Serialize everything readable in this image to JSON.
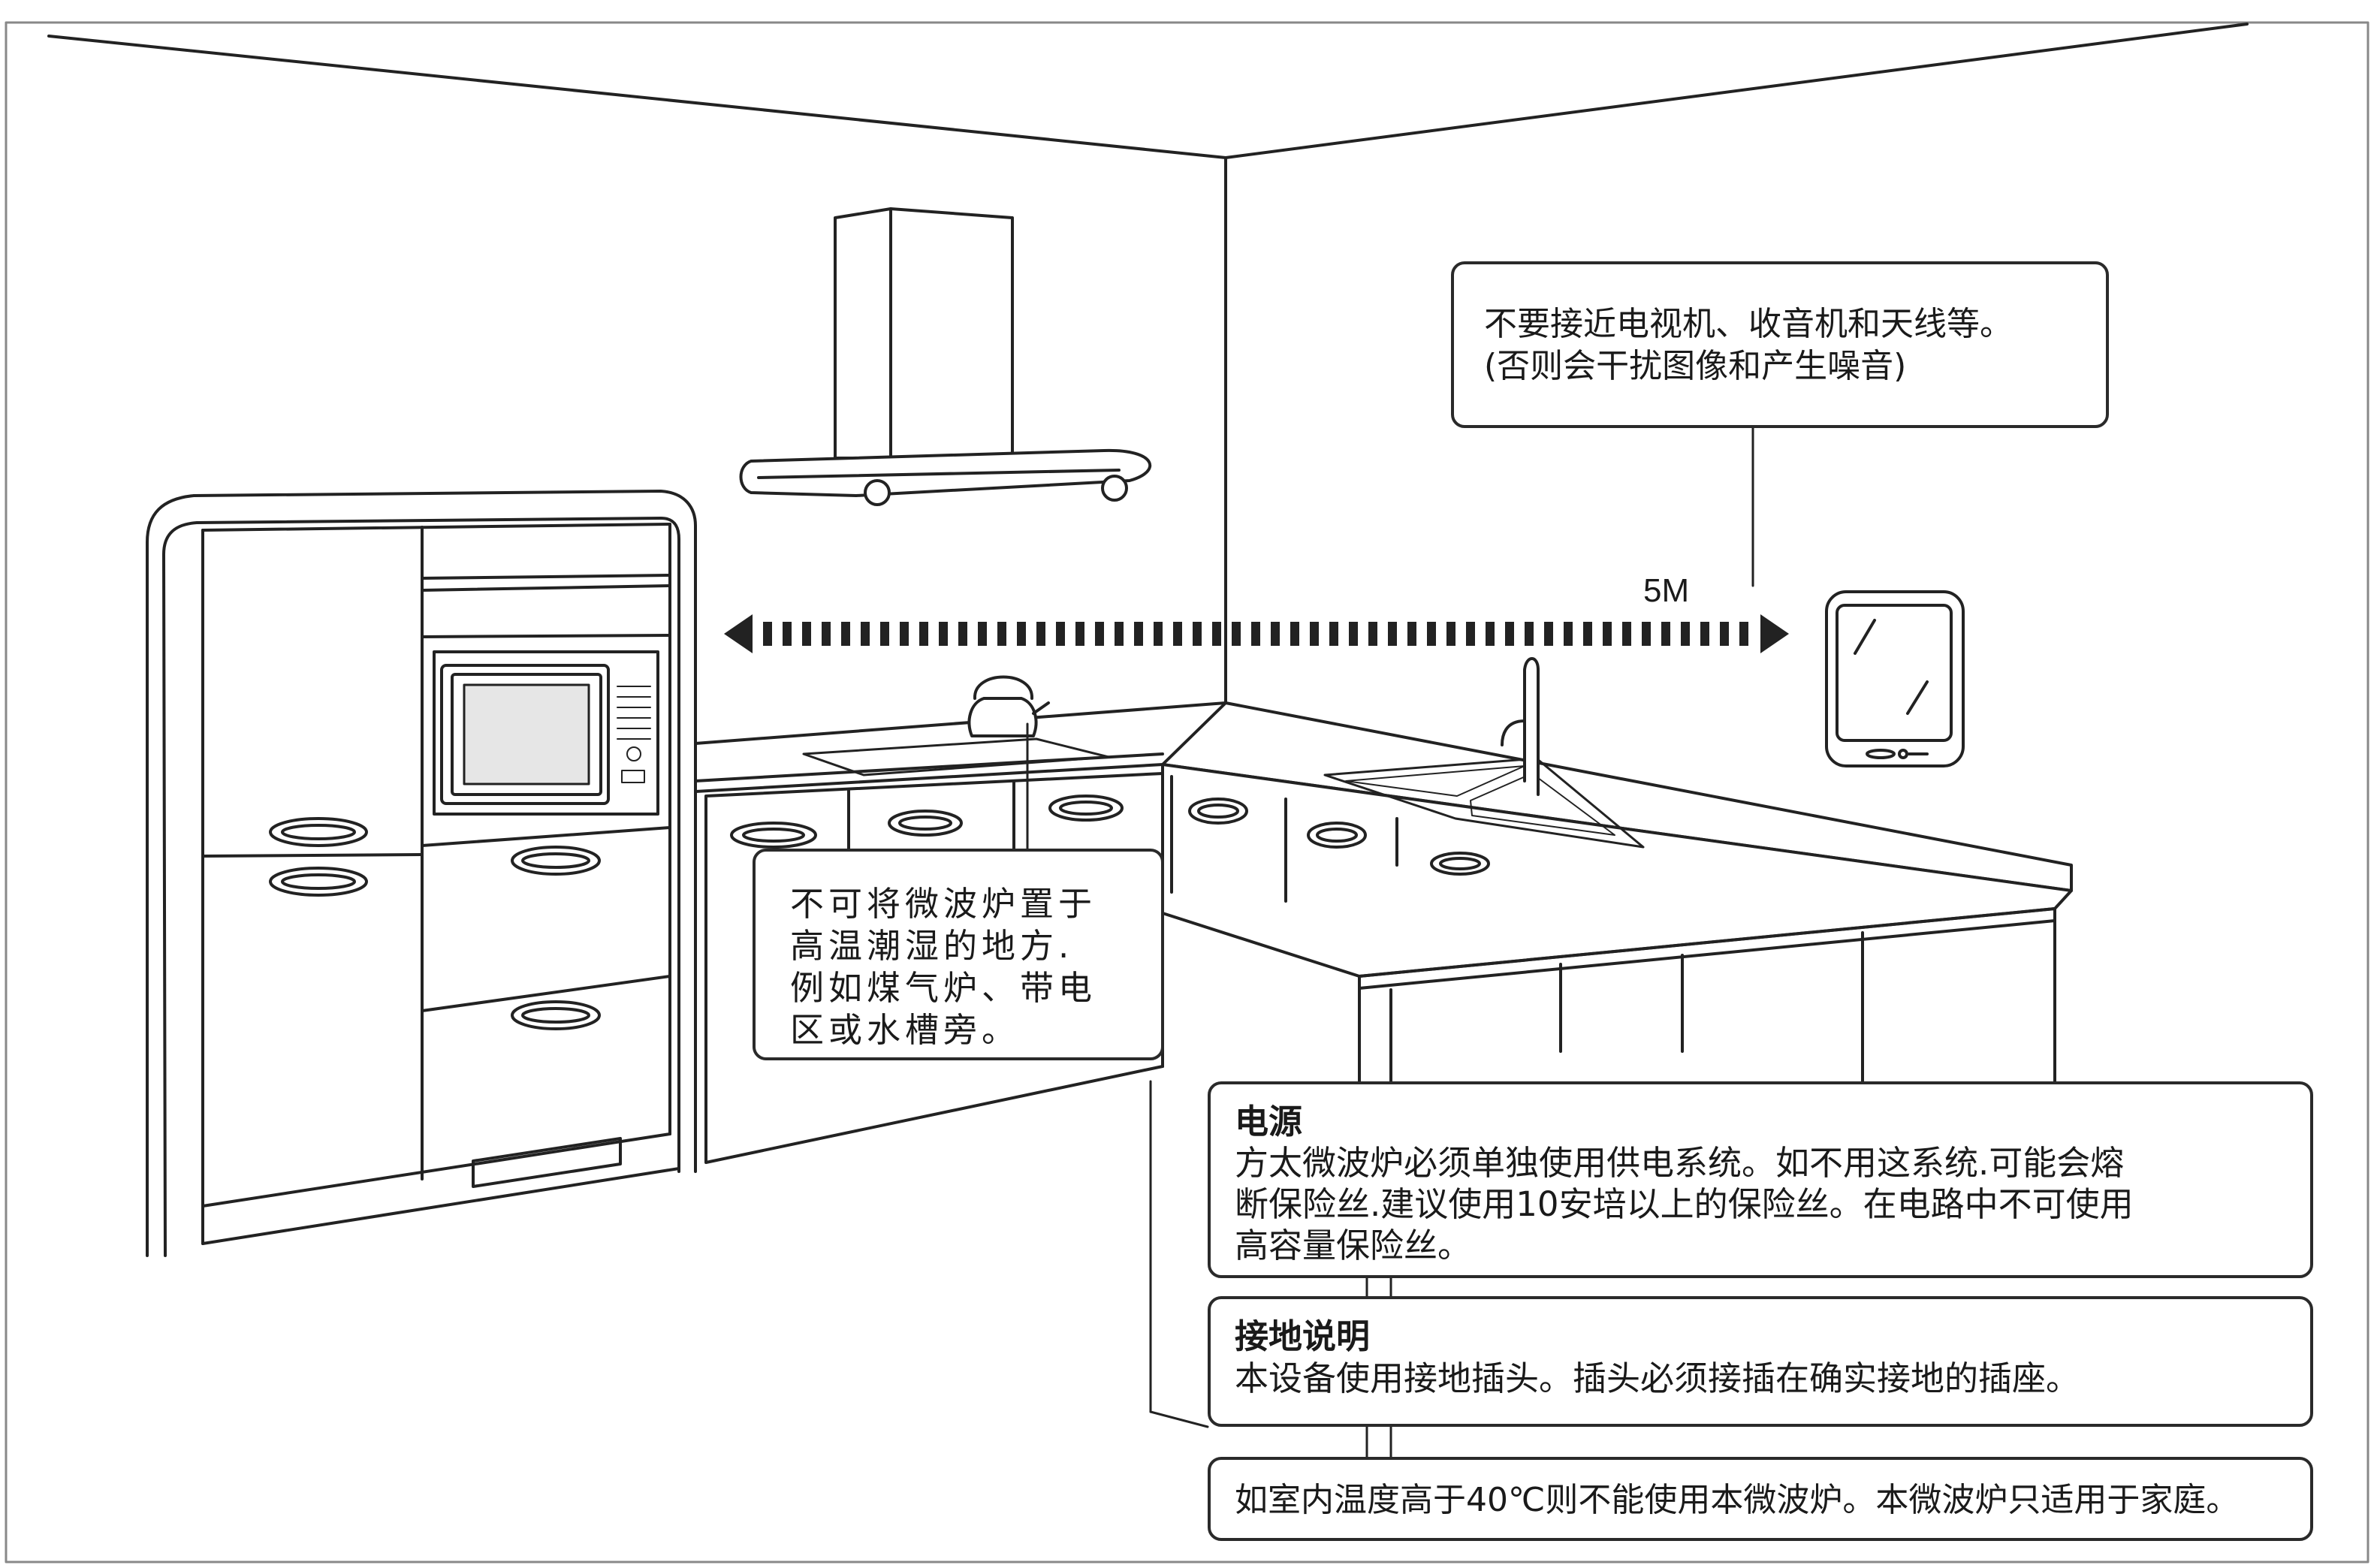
{
  "tv_callout": {
    "lines": [
      "不要接近电视机、收音机和天线等。",
      "(否则会干扰图像和产生噪音)"
    ]
  },
  "distance_label": "5M",
  "heat_callout": {
    "lines": [
      "不可将微波炉置于",
      "高温潮湿的地方.",
      "例如煤气炉、带电",
      "区或水槽旁。"
    ]
  },
  "power_callout": {
    "title": "电源",
    "lines": [
      "方太微波炉必须单独使用供电系统。如不用这系统.可能会熔",
      "断保险丝.建议使用10安培以上的保险丝。在电路中不可使用",
      "高容量保险丝。"
    ]
  },
  "ground_callout": {
    "title": "接地说明",
    "lines": [
      "本设备使用接地插头。插头必须接插在确实接地的插座。"
    ]
  },
  "temp_callout": {
    "text": "如室内温度高于40℃则不能使用本微波炉。本微波炉只适用于家庭。"
  },
  "colors": {
    "line": "#222222",
    "shade": "#e6e6e6",
    "background": "#ffffff"
  }
}
